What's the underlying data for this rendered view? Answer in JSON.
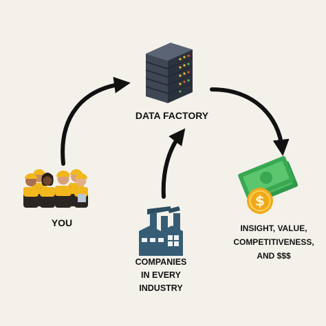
{
  "nodes": {
    "data_factory": {
      "label": "DATA FACTORY",
      "icon": "server-rack-icon"
    },
    "you": {
      "label": "YOU",
      "icon": "workers-group-icon"
    },
    "companies": {
      "lines": [
        "COMPANIES",
        "IN EVERY",
        "INDUSTRY"
      ],
      "icon": "factory-icon"
    },
    "insight": {
      "lines": [
        "INSIGHT, VALUE,",
        "COMPETITIVENESS,",
        "AND $$$"
      ],
      "icon": "money-icon"
    }
  },
  "colors": {
    "background": "#f3f1ea",
    "arrow": "#111111",
    "server": "#3f4654",
    "factory": "#365d75",
    "money": "#2f9a4a",
    "coin": "#f0a91b",
    "helmet": "#f2b71d"
  }
}
